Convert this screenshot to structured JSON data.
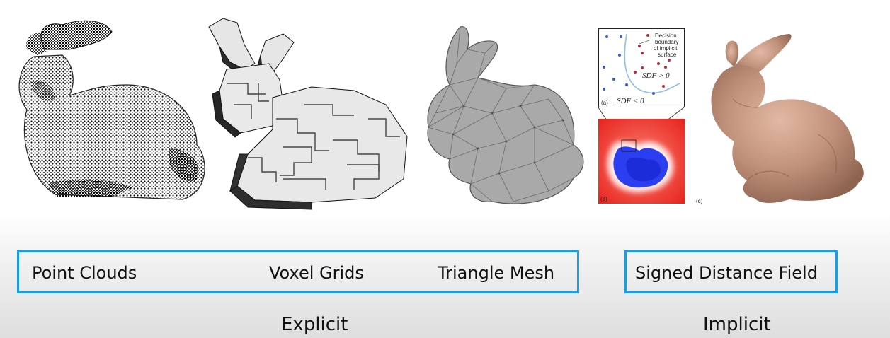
{
  "labels": {
    "point_clouds": "Point Clouds",
    "voxel_grids": "Voxel Grids",
    "triangle_mesh": "Triangle Mesh",
    "sdf": "Signed Distance Field"
  },
  "categories": {
    "explicit": "Explicit",
    "implicit": "Implicit"
  },
  "sdf_inset": {
    "boundary_note": [
      "Decision",
      "boundary",
      "of implicit",
      "surface"
    ],
    "sdf_positive": "SDF > 0",
    "sdf_negative": "SDF < 0",
    "panel_a": "(a)",
    "panel_b": "(b)",
    "panel_c": "(c)"
  },
  "colors": {
    "frame": "#1f9be0",
    "sdf_outside": "#e8231e",
    "sdf_inside": "#2b3ef0",
    "clay_bunny": "#b98a73"
  }
}
